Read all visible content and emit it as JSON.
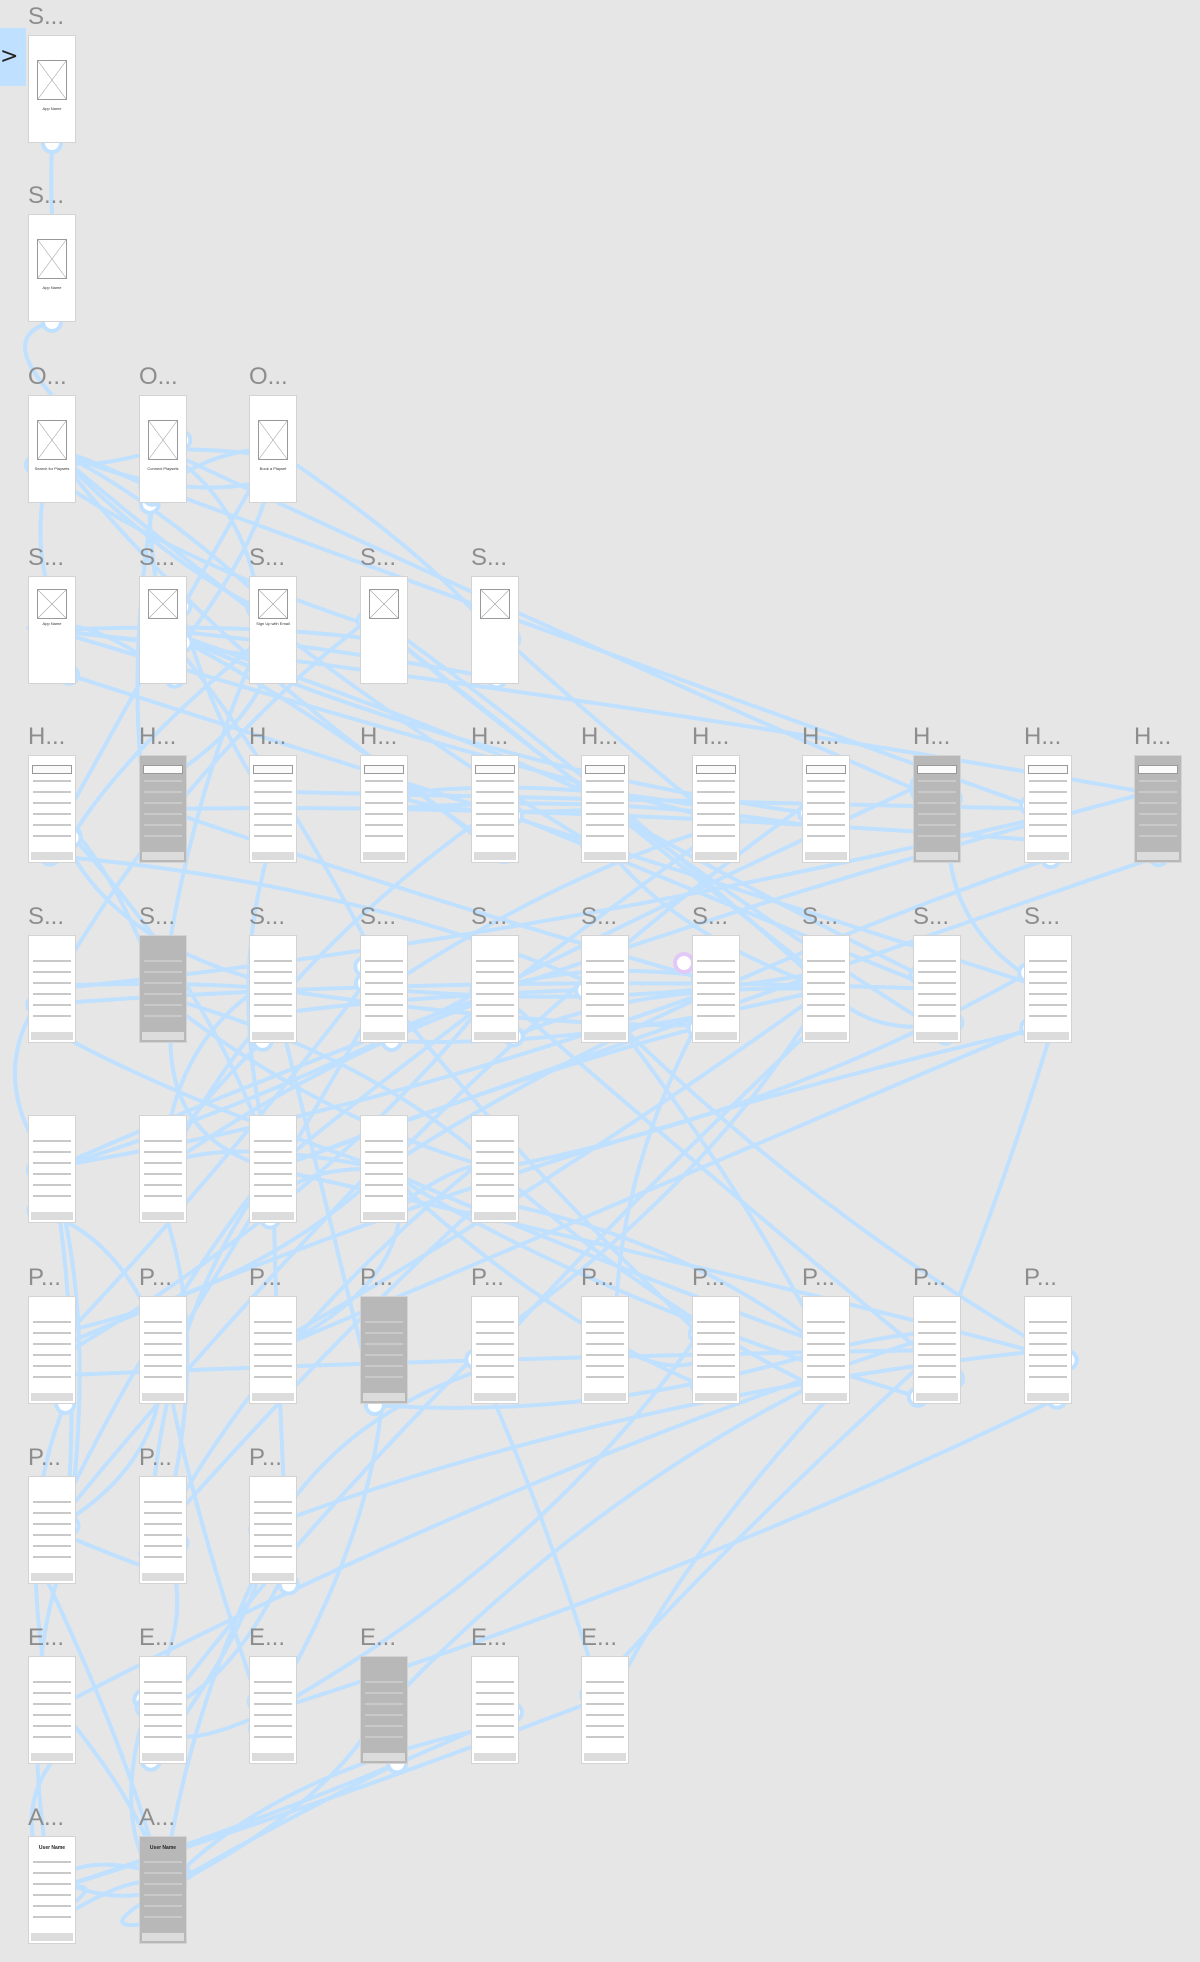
{
  "collapse_toggle": {
    "icon": "chevron-right-icon",
    "glyph": ">"
  },
  "colors": {
    "canvas": "#e6e6e6",
    "link": "#bfe0ff",
    "link_handle_selected": "#e2c8f7"
  },
  "rows": [
    {
      "frames": [
        {
          "title": "S...",
          "caption": "App Name"
        }
      ]
    },
    {
      "frames": [
        {
          "title": "S...",
          "caption": "App Name"
        }
      ]
    },
    {
      "frames": [
        {
          "title": "O...",
          "caption": "Search for Playsets"
        },
        {
          "title": "O...",
          "caption": "Connect Playsets"
        },
        {
          "title": "O...",
          "caption": "Book a Playset"
        }
      ]
    },
    {
      "frames": [
        {
          "title": "S...",
          "caption": "App Name"
        },
        {
          "title": "S...",
          "caption": ""
        },
        {
          "title": "S...",
          "caption": "Sign Up with Email"
        },
        {
          "title": "S...",
          "caption": ""
        },
        {
          "title": "S...",
          "caption": ""
        }
      ]
    },
    {
      "frames": [
        {
          "title": "H...",
          "dark": false
        },
        {
          "title": "H...",
          "dark": true
        },
        {
          "title": "H...",
          "dark": false
        },
        {
          "title": "H...",
          "dark": false
        },
        {
          "title": "H...",
          "dark": false
        },
        {
          "title": "H...",
          "dark": false
        },
        {
          "title": "H...",
          "dark": false
        },
        {
          "title": "H...",
          "dark": false
        },
        {
          "title": "H...",
          "dark": true
        },
        {
          "title": "H...",
          "dark": false
        },
        {
          "title": "H...",
          "dark": true
        }
      ]
    },
    {
      "frames": [
        {
          "title": "S...",
          "dark": false
        },
        {
          "title": "S...",
          "dark": true
        },
        {
          "title": "S...",
          "dark": false
        },
        {
          "title": "S...",
          "dark": false
        },
        {
          "title": "S...",
          "dark": false
        },
        {
          "title": "S...",
          "dark": false
        },
        {
          "title": "S...",
          "dark": false
        },
        {
          "title": "S...",
          "dark": false
        },
        {
          "title": "S...",
          "dark": false
        },
        {
          "title": "S...",
          "dark": false
        }
      ]
    },
    {
      "frames": [
        {
          "title": "",
          "dark": false
        },
        {
          "title": "",
          "dark": false
        },
        {
          "title": "",
          "dark": false
        },
        {
          "title": "",
          "dark": false
        },
        {
          "title": "",
          "dark": false
        }
      ]
    },
    {
      "frames": [
        {
          "title": "P...",
          "dark": false
        },
        {
          "title": "P...",
          "dark": false
        },
        {
          "title": "P...",
          "dark": false
        },
        {
          "title": "P...",
          "dark": true
        },
        {
          "title": "P...",
          "dark": false
        },
        {
          "title": "P...",
          "dark": false
        },
        {
          "title": "P...",
          "dark": false
        },
        {
          "title": "P...",
          "dark": false
        },
        {
          "title": "P...",
          "dark": false
        },
        {
          "title": "P...",
          "dark": false
        }
      ]
    },
    {
      "frames": [
        {
          "title": "P...",
          "dark": false
        },
        {
          "title": "P...",
          "dark": false
        },
        {
          "title": "P...",
          "dark": false
        }
      ]
    },
    {
      "frames": [
        {
          "title": "E...",
          "dark": false
        },
        {
          "title": "E...",
          "dark": false
        },
        {
          "title": "E...",
          "dark": false
        },
        {
          "title": "E...",
          "dark": true
        },
        {
          "title": "E...",
          "dark": false
        },
        {
          "title": "E...",
          "dark": false
        }
      ]
    },
    {
      "frames": [
        {
          "title": "A...",
          "caption": "User Name",
          "dark": false
        },
        {
          "title": "A...",
          "caption": "User Name",
          "dark": true
        }
      ]
    }
  ]
}
